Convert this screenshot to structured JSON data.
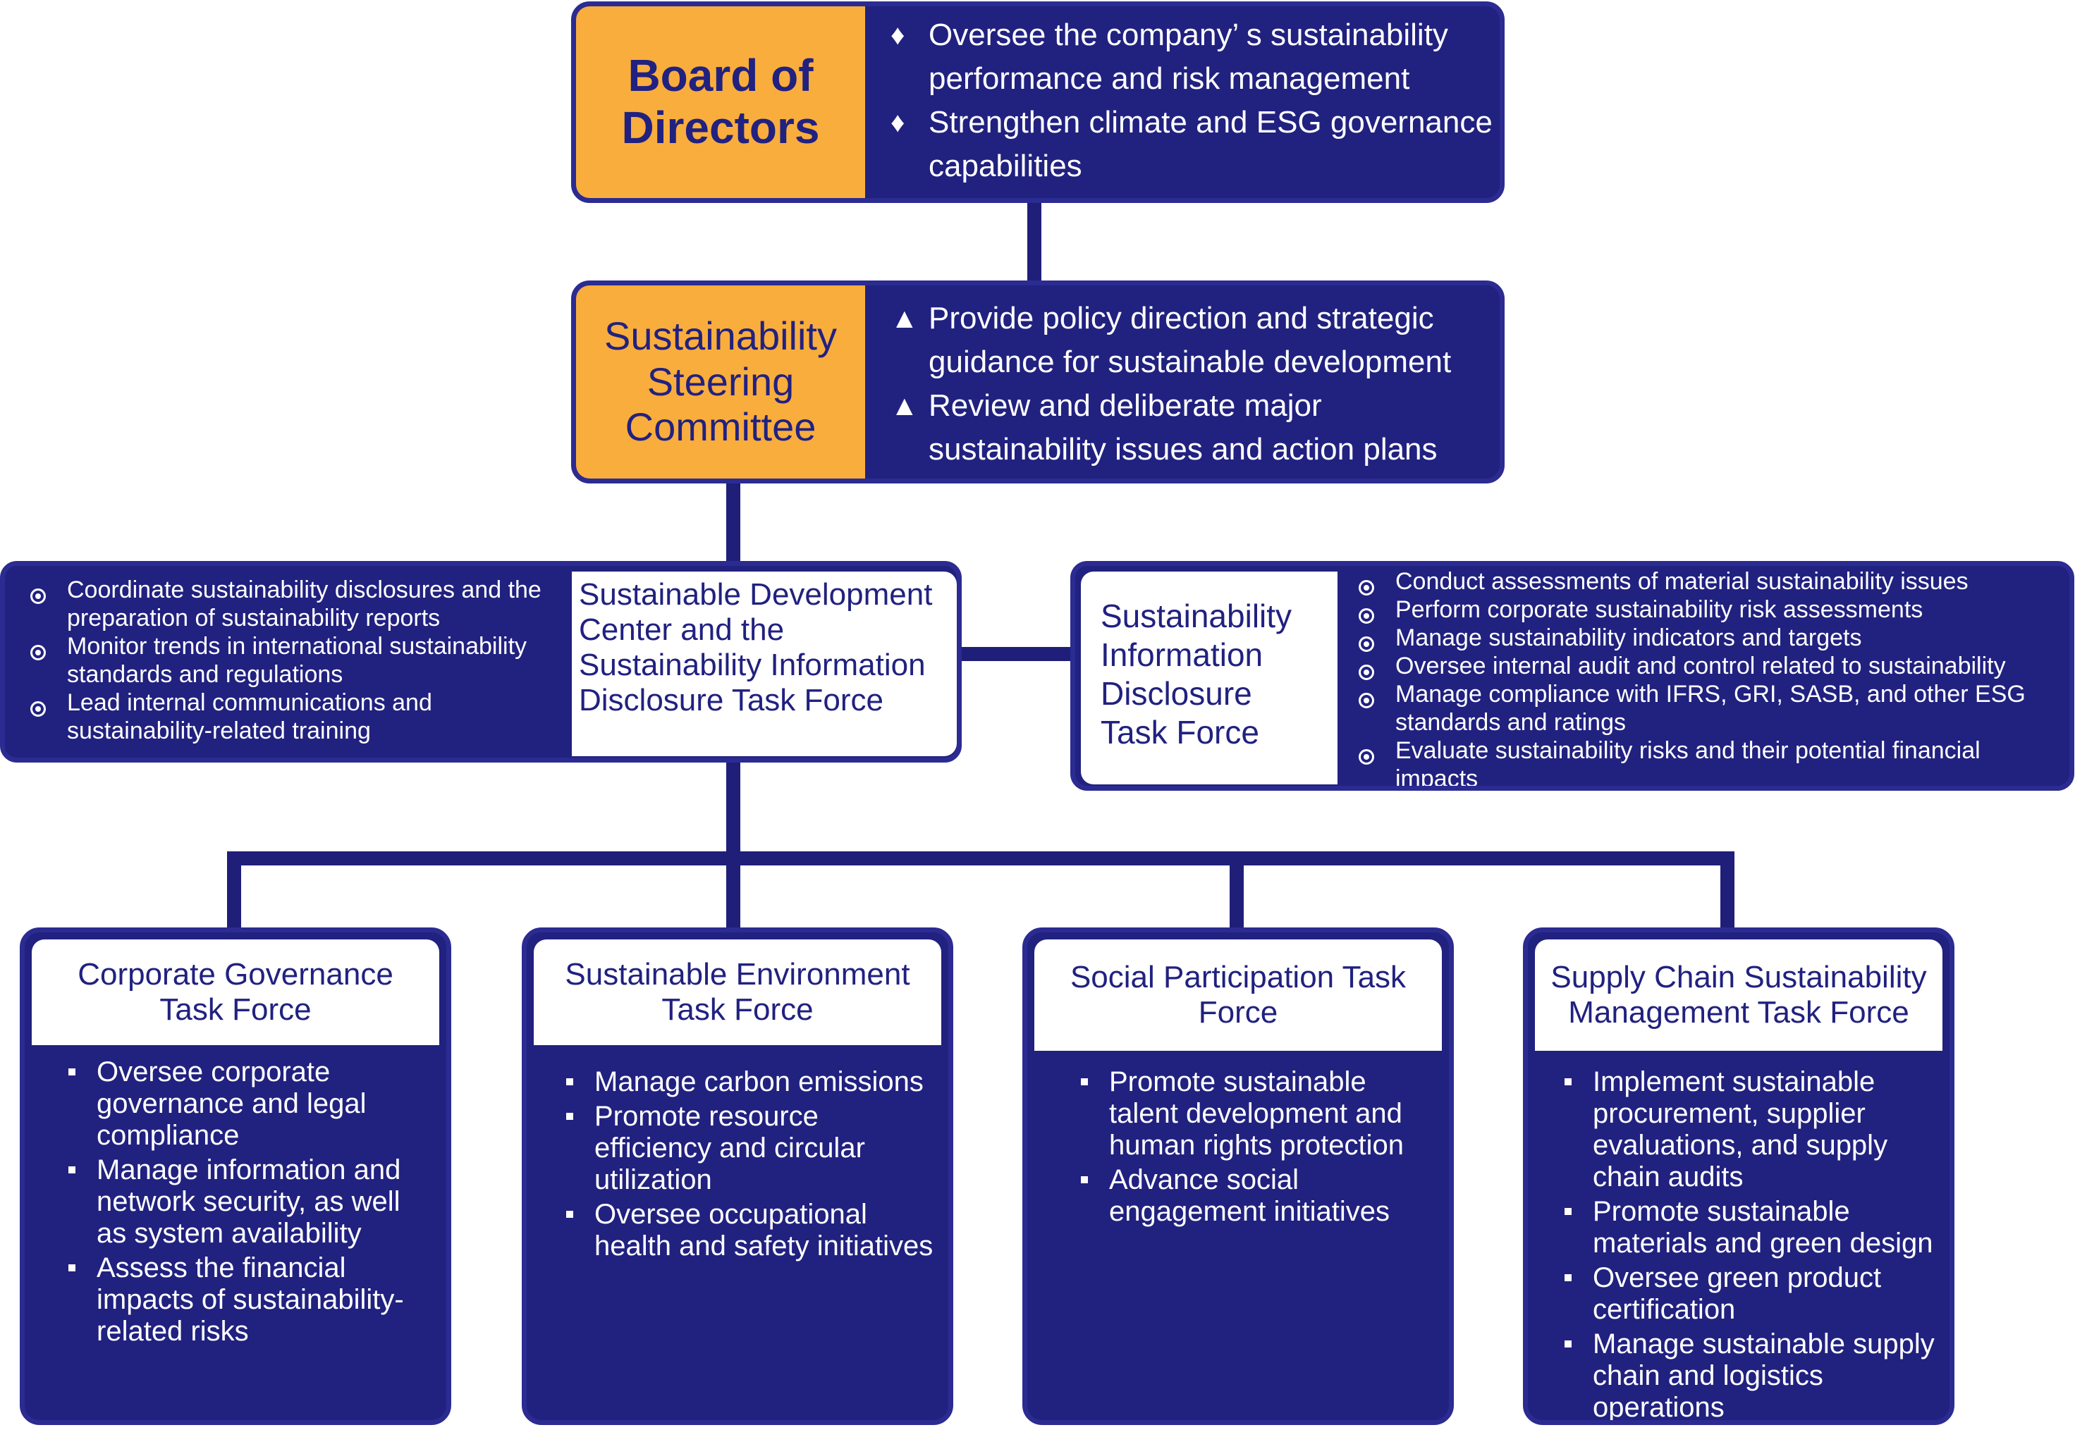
{
  "board": {
    "title": "Board of Directors",
    "bullet_icon": "diamond-icon",
    "items": [
      "Oversee the company’ s sustainability performance and risk management",
      "Strengthen climate and ESG governance capabilities"
    ]
  },
  "steering": {
    "title": "Sustainability Steering Committee",
    "bullet_icon": "triangle-icon",
    "items": [
      "Provide policy direction and strategic guidance for sustainable development",
      "Review and deliberate major sustainability issues and action plans"
    ]
  },
  "sdc": {
    "title": "Sustainable Development Center and the Sustainability Information Disclosure Task Force",
    "bullet_icon": "ring-bullet-icon",
    "items": [
      "Coordinate sustainability disclosures and the preparation of sustainability reports",
      "Monitor trends in international sustainability standards and regulations",
      "Lead internal communications and sustainability-related training"
    ]
  },
  "sidtf": {
    "title": "Sustainability Information Disclosure Task Force",
    "bullet_icon": "ring-bullet-icon",
    "items": [
      "Conduct assessments of material sustainability issues",
      "Perform corporate sustainability risk assessments",
      "Manage sustainability indicators and targets",
      "Oversee internal audit and control related to sustainability",
      "Manage compliance with IFRS, GRI, SASB, and other ESG standards and ratings",
      "Evaluate sustainability risks and their potential financial impacts"
    ]
  },
  "task_forces": [
    {
      "title": "Corporate Governance Task Force",
      "items": [
        "Oversee corporate governance and legal compliance",
        "Manage information and network security, as well as system availability",
        "Assess the financial impacts of sustainability-related risks"
      ]
    },
    {
      "title": "Sustainable Environment Task Force",
      "items": [
        "Manage carbon emissions",
        "Promote resource efficiency and circular utilization",
        "Oversee occupational health and safety initiatives"
      ]
    },
    {
      "title": "Social Participation Task Force",
      "items": [
        "Promote sustainable talent development and human rights protection",
        "Advance social engagement initiatives"
      ]
    },
    {
      "title": "Supply Chain Sustainability Management Task Force",
      "items": [
        "Implement sustainable procurement, supplier evaluations, and supply chain audits",
        "Promote sustainable materials and green design",
        "Oversee green product certification",
        "Manage sustainable supply chain and logistics operations"
      ]
    }
  ],
  "colors": {
    "navy": "#212180",
    "orange": "#f9ad3d",
    "white": "#ffffff"
  }
}
